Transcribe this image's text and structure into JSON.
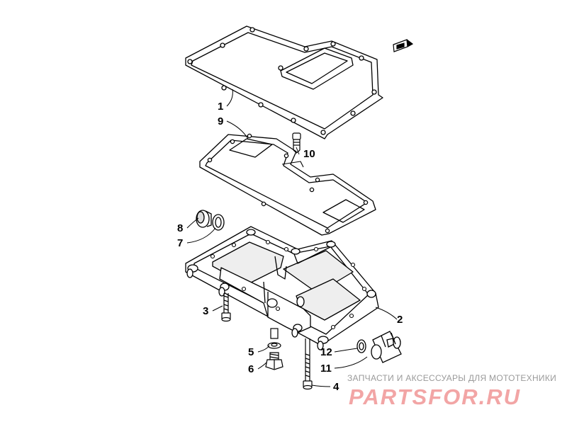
{
  "diagram": {
    "callouts": [
      {
        "id": "1",
        "label": "1"
      },
      {
        "id": "9",
        "label": "9"
      },
      {
        "id": "10",
        "label": "10"
      },
      {
        "id": "8",
        "label": "8"
      },
      {
        "id": "7",
        "label": "7"
      },
      {
        "id": "3",
        "label": "3"
      },
      {
        "id": "2",
        "label": "2"
      },
      {
        "id": "5",
        "label": "5"
      },
      {
        "id": "6",
        "label": "6"
      },
      {
        "id": "12",
        "label": "12"
      },
      {
        "id": "11",
        "label": "11"
      },
      {
        "id": "4",
        "label": "4"
      }
    ]
  },
  "watermark": {
    "caption": "ЗАПЧАСТИ И АКСЕССУАРЫ ДЛЯ МОТОТЕХНИКИ",
    "logo_text": "PARTSFOR.RU",
    "color": "#f2a5a5"
  },
  "colors": {
    "line": "#000000",
    "background": "#ffffff"
  }
}
